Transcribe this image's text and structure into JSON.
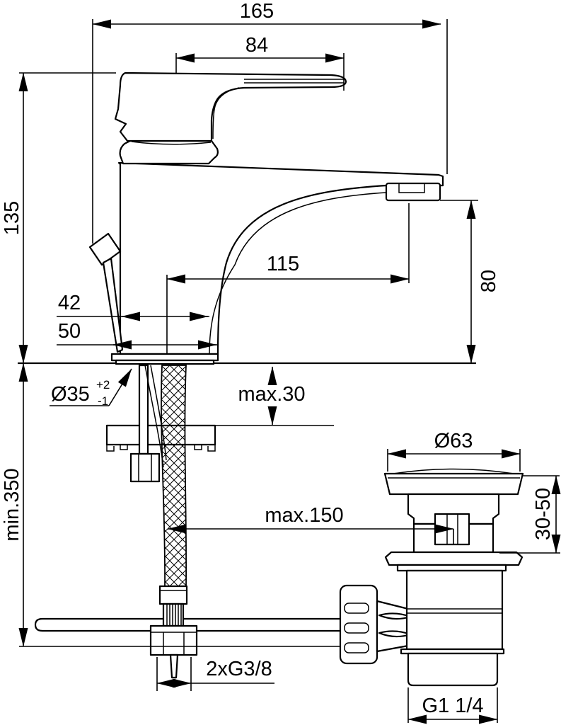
{
  "page": {
    "background": "#ffffff",
    "line_color": "#000000"
  },
  "drawing": {
    "subject": "single-lever basin mixer faucet with pop-up waste drain set",
    "view": "side elevation technical dimension drawing",
    "units": "mm"
  },
  "dims": {
    "total_length": "165",
    "handle_length": "84",
    "height_above_deck": "135",
    "spout_reach": "115",
    "spout_outlet_height": "80",
    "body_base_width": "42",
    "base_plate_width": "50",
    "hole_dia": "Ø35",
    "hole_tol_plus": "+2",
    "hole_tol_minus": "-1",
    "max_deck_thickness": "max.30",
    "min_hose_length": "min.350",
    "max_drain_distance": "max.150",
    "waste_cap_dia": "Ø63",
    "waste_adjust_range": "30-50",
    "supply_thread": "2xG3/8",
    "waste_thread": "G1 1/4"
  }
}
